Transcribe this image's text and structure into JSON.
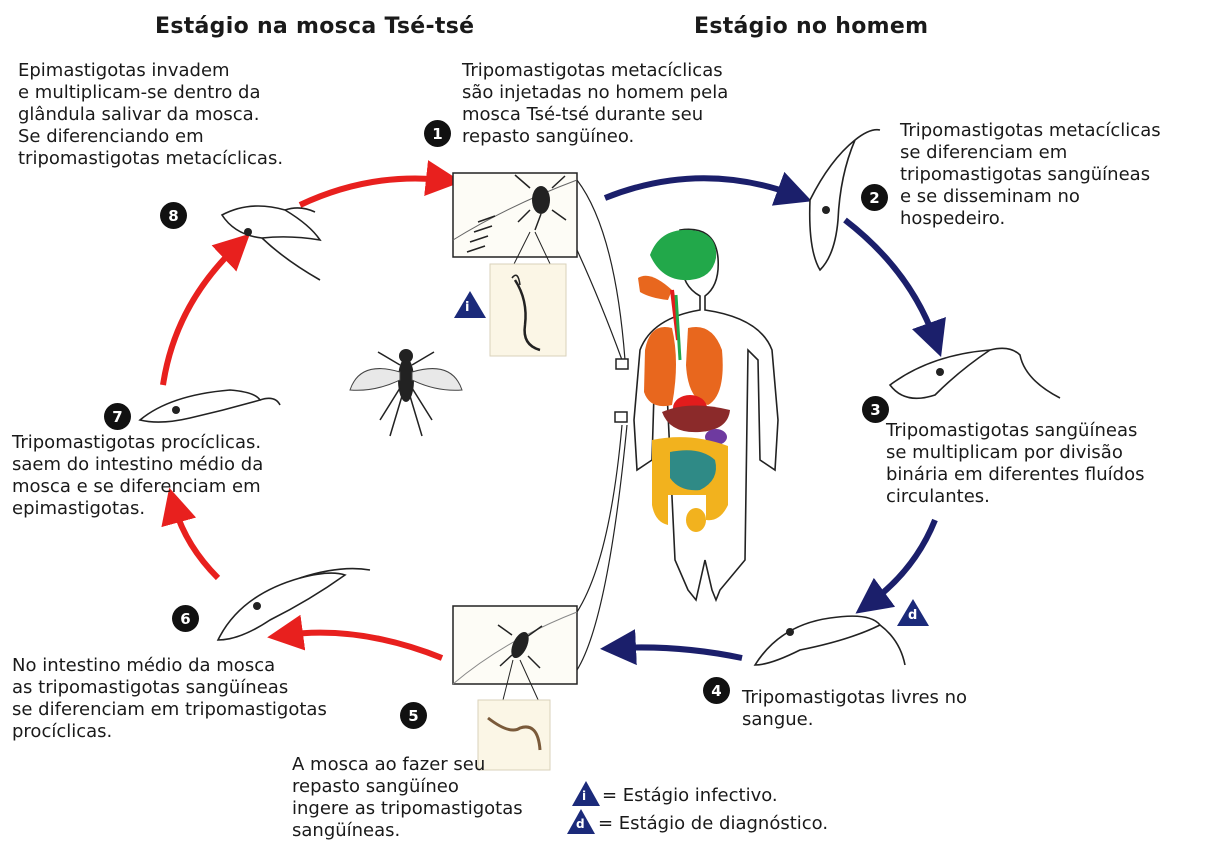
{
  "headers": {
    "left": "Estágio na mosca Tsé-tsé",
    "right": "Estágio no homem"
  },
  "steps": [
    {
      "num": "1",
      "text": "Tripomastigotas metacíclicas\nsão injetadas no homem pela\nmosca Tsé-tsé durante seu\nrepasto sangüíneo."
    },
    {
      "num": "2",
      "text": "Tripomastigotas metacíclicas\nse diferenciam em\ntripomastigotas sangüíneas\ne se disseminam no\nhospedeiro."
    },
    {
      "num": "3",
      "text": "Tripomastigotas sangüíneas\nse multiplicam por divisão\nbinária em diferentes fluídos\ncirculantes."
    },
    {
      "num": "4",
      "text": "Tripomastigotas livres no\nsangue."
    },
    {
      "num": "5",
      "text": "A mosca ao fazer seu\nrepasto sangüíneo\ningere as tripomastigotas\nsangüíneas."
    },
    {
      "num": "6",
      "text": "No intestino médio da mosca\nas tripomastigotas sangüíneas\nse diferenciam em tripomastigotas\nprocíclicas."
    },
    {
      "num": "7",
      "text": "Tripomastigotas procíclicas.\nsaem do intestino médio da\nmosca e se diferenciam em\nepimastigotas."
    },
    {
      "num": "8",
      "text": "Epimastigotas invadem\ne multiplicam-se dentro da\nglândula salivar da mosca.\nSe diferenciando em\ntripomastigotas metacíclicas."
    }
  ],
  "markers": {
    "infective_letter": "i",
    "diagnostic_letter": "d"
  },
  "legend": {
    "infective_label": "= Estágio infectivo.",
    "diagnostic_label": "= Estágio de diagnóstico."
  },
  "colors": {
    "human_arrows": "#1b1f6b",
    "fly_arrows": "#e8201e",
    "marker_triangle": "#1b2a7a",
    "brain": "#22a84a",
    "lungs": "#e8671e",
    "heart": "#e21c1c",
    "liver": "#8b2a2a",
    "intestine": "#f2b21e",
    "small_intestine": "#2f8a86"
  }
}
